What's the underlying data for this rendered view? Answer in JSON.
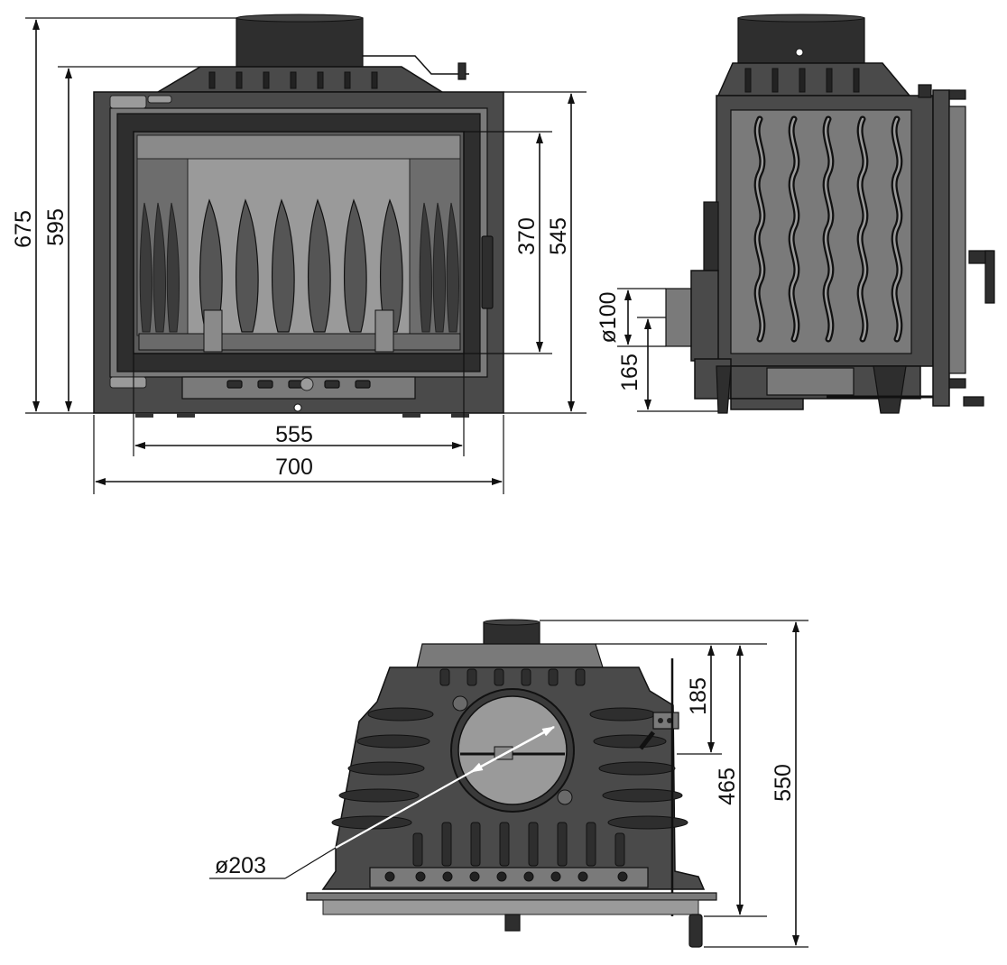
{
  "drawing_colors": {
    "line": "#111111",
    "body": "#4a4a4a",
    "body_light": "#7a7a7a",
    "body_dark": "#2e2e2e",
    "background": "#ffffff"
  },
  "front_view": {
    "total_height": "675",
    "body_height": "595",
    "door_height": "545",
    "glass_height": "370",
    "door_width": "555",
    "total_width": "700"
  },
  "side_view": {
    "air_inlet_diameter": "ø100",
    "air_inlet_height": "165"
  },
  "top_view": {
    "flue_diameter": "ø203",
    "flue_to_front": "185",
    "body_depth": "465",
    "total_depth": "550"
  }
}
